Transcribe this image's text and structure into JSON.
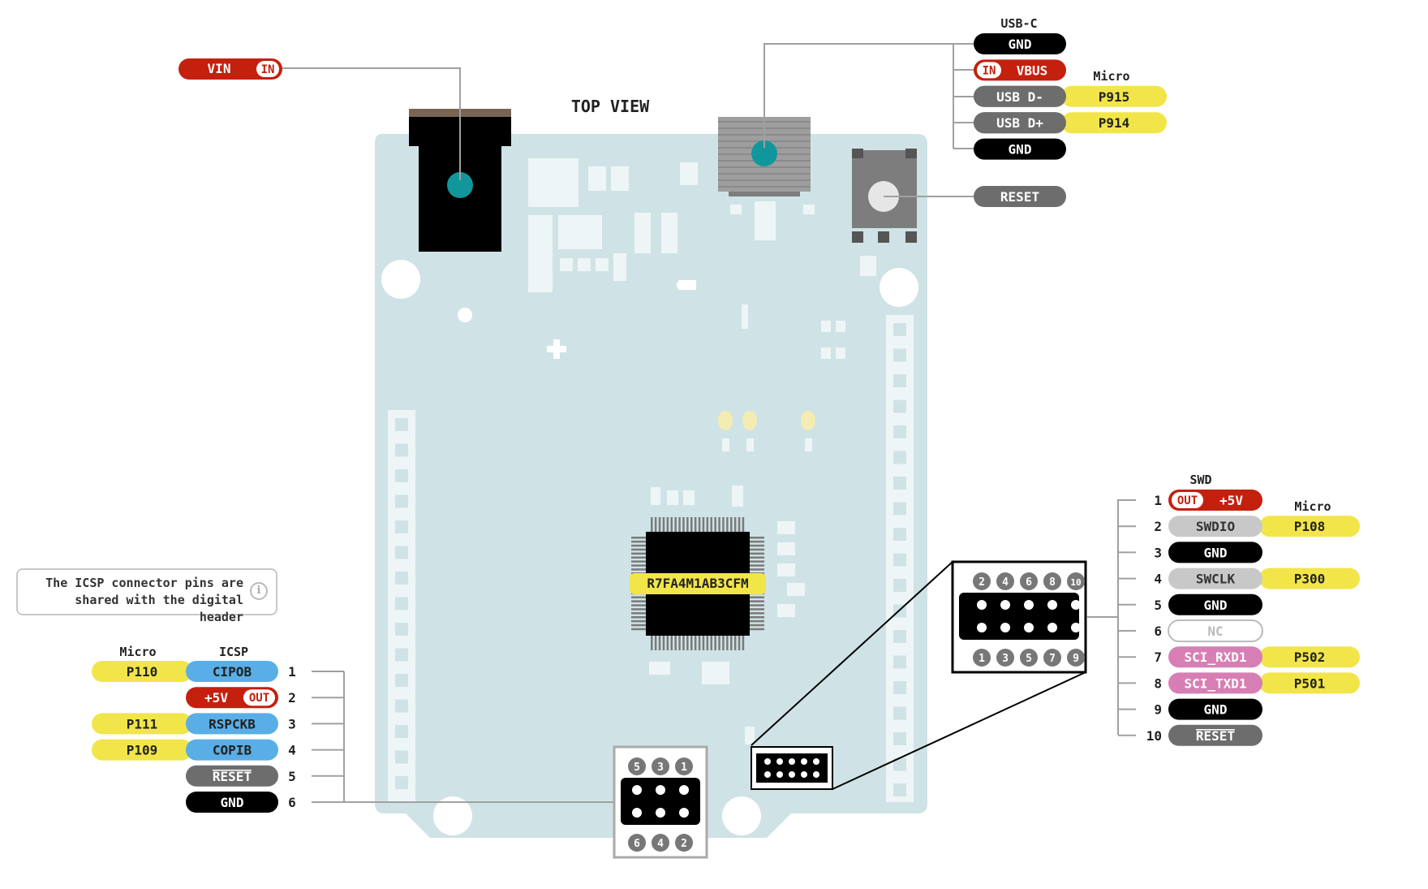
{
  "title": "TOP VIEW",
  "chip_label": "R7FA4M1AB3CFM",
  "note": {
    "line1": "The ICSP connector pins are",
    "line2": "shared with the digital header",
    "icon": "info-icon"
  },
  "vin": {
    "label": "VIN",
    "badge": "IN"
  },
  "usb": {
    "header": "USB-C",
    "micro_header": "Micro",
    "pins": [
      {
        "label": "GND",
        "kind": "gnd",
        "micro": ""
      },
      {
        "label": "VBUS",
        "kind": "power",
        "badge": "IN",
        "micro": ""
      },
      {
        "label": "USB D-",
        "kind": "gray",
        "micro": "P915"
      },
      {
        "label": "USB D+",
        "kind": "gray",
        "micro": "P914"
      },
      {
        "label": "GND",
        "kind": "gnd",
        "micro": ""
      }
    ]
  },
  "reset_button": {
    "label": "RESET"
  },
  "swd": {
    "header": "SWD",
    "micro_header": "Micro",
    "pins": [
      {
        "num": "1",
        "label": "+5V",
        "kind": "power",
        "badge": "OUT",
        "micro": ""
      },
      {
        "num": "2",
        "label": "SWDIO",
        "kind": "light",
        "micro": "P108"
      },
      {
        "num": "3",
        "label": "GND",
        "kind": "gnd",
        "micro": ""
      },
      {
        "num": "4",
        "label": "SWCLK",
        "kind": "light",
        "micro": "P300"
      },
      {
        "num": "5",
        "label": "GND",
        "kind": "gnd",
        "micro": ""
      },
      {
        "num": "6",
        "label": "NC",
        "kind": "nc",
        "micro": ""
      },
      {
        "num": "7",
        "label": "SCI_RXD1",
        "kind": "pink",
        "micro": "P502"
      },
      {
        "num": "8",
        "label": "SCI_TXD1",
        "kind": "pink",
        "micro": "P501"
      },
      {
        "num": "9",
        "label": "GND",
        "kind": "gnd",
        "micro": ""
      },
      {
        "num": "10",
        "label": "RESET",
        "kind": "reset",
        "micro": ""
      }
    ],
    "connector_top": [
      "2",
      "4",
      "6",
      "8",
      "10"
    ],
    "connector_bottom": [
      "1",
      "3",
      "5",
      "7",
      "9"
    ]
  },
  "icsp": {
    "header": "ICSP",
    "micro_header": "Micro",
    "pins": [
      {
        "num": "1",
        "label": "CIPOB",
        "kind": "blue",
        "micro": "P110"
      },
      {
        "num": "2",
        "label": "+5V",
        "kind": "power",
        "badge": "OUT",
        "micro": ""
      },
      {
        "num": "3",
        "label": "RSPCKB",
        "kind": "blue",
        "micro": "P111"
      },
      {
        "num": "4",
        "label": "COPIB",
        "kind": "blue",
        "micro": "P109"
      },
      {
        "num": "5",
        "label": "RESET",
        "kind": "reset",
        "micro": ""
      },
      {
        "num": "6",
        "label": "GND",
        "kind": "gnd",
        "micro": ""
      }
    ],
    "connector_top": [
      "5",
      "3",
      "1"
    ],
    "connector_bottom": [
      "6",
      "4",
      "2"
    ]
  },
  "colors": {
    "board": "#cfe3e6",
    "gnd": "#000000",
    "power": "#c4200e",
    "gray": "#6d6d6d",
    "light": "#c8c8c8",
    "pink": "#d77fb4",
    "blue": "#5aaee6",
    "micro": "#f1e54a",
    "teal": "#11979b",
    "line": "#a0a0a0"
  }
}
